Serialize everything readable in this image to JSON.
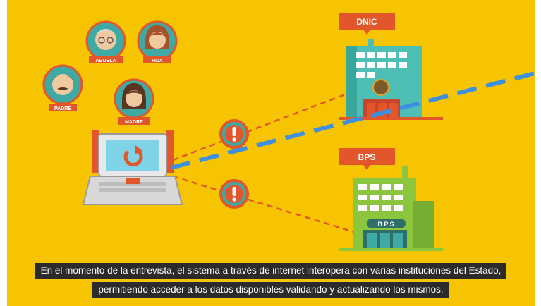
{
  "colors": {
    "background": "#f6c400",
    "avatar_ring": "#e2562c",
    "avatar_fill": "#3fa9a3",
    "label_bg": "#e2562c",
    "building": "#4dbfb4",
    "building_bps": "#8cc63f",
    "alert": "#e2562c",
    "link_line": "#e2562c",
    "overlay_line": "#3d8fe0"
  },
  "family": {
    "abuela": "ABUELA",
    "hija": "HIJA",
    "padre": "PADRE",
    "madre": "MADRE"
  },
  "institutions": {
    "dnic": "DNIC",
    "bps": "BPS",
    "bps_sign": "B P S"
  },
  "icons": {
    "laptop": "laptop-icon",
    "refresh": "refresh-icon",
    "alert": "exclamation-icon"
  },
  "subtitles": {
    "line1": "En el momento de la entrevista, el sistema a través de internet interopera con varias instituciones del Estado,",
    "line2": "permitiendo acceder a los datos disponibles validando y actualizando los mismos."
  }
}
